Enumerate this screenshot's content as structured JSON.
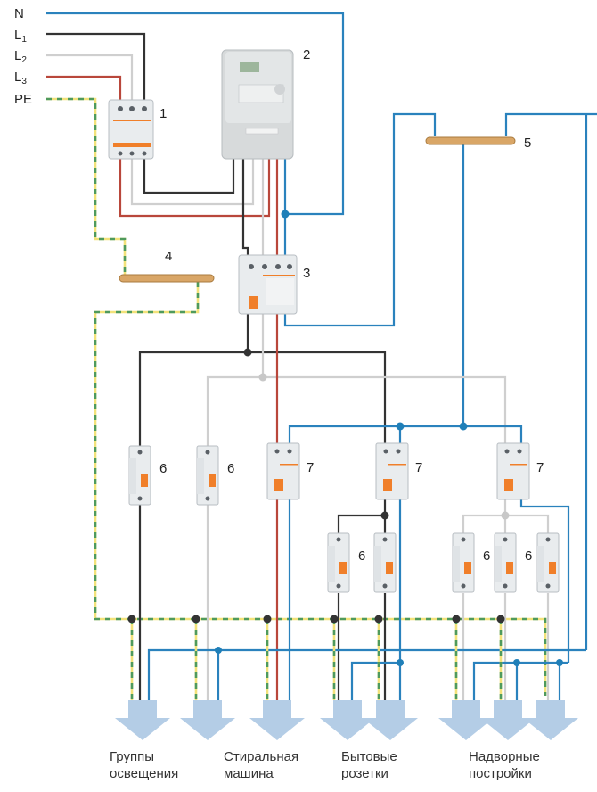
{
  "conductors": {
    "N": {
      "label": "N",
      "color": "#2a82bd"
    },
    "L1": {
      "label": "L",
      "sub": "1",
      "color": "#333333"
    },
    "L2": {
      "label": "L",
      "sub": "2",
      "color": "#cfcfcf"
    },
    "L3": {
      "label": "L",
      "sub": "3",
      "color": "#b9473b"
    },
    "PE": {
      "label": "PE",
      "color": "yellow-green"
    }
  },
  "components": {
    "c1": {
      "number": "1",
      "type": "3-pole circuit breaker"
    },
    "c2": {
      "number": "2",
      "type": "3-phase electricity meter"
    },
    "c3": {
      "number": "3",
      "type": "4-pole RCD"
    },
    "c4": {
      "number": "4",
      "type": "PE busbar"
    },
    "c5": {
      "number": "5",
      "type": "N busbar"
    },
    "c6": {
      "number": "6",
      "type": "single-pole circuit breaker"
    },
    "c7": {
      "number": "7",
      "type": "RCBO / RCD 2-pole"
    }
  },
  "groups": [
    {
      "line1": "Группы",
      "line2": "освещения"
    },
    {
      "line1": "Стиральная",
      "line2": "машина"
    },
    {
      "line1": "Бытовые",
      "line2": "розетки"
    },
    {
      "line1": "Надворные",
      "line2": "постройки"
    }
  ]
}
